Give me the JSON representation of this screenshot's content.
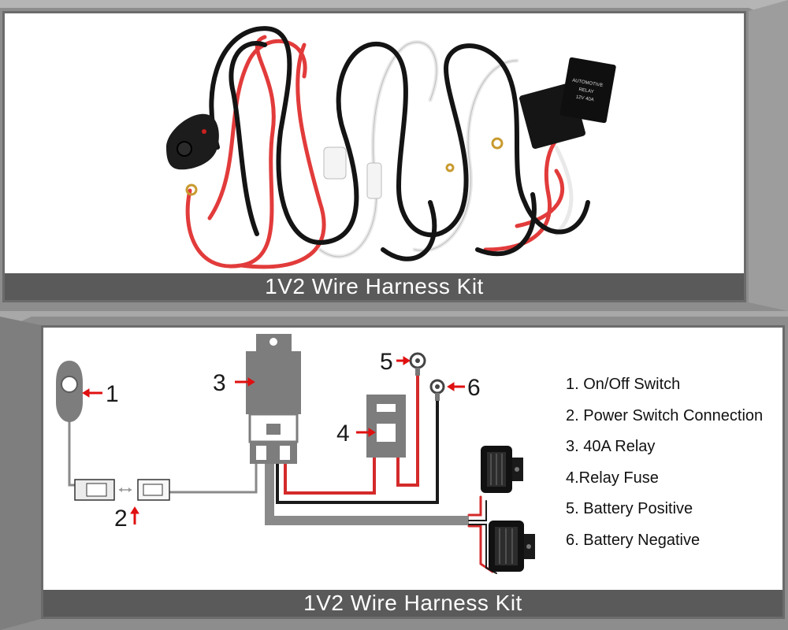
{
  "top_panel": {
    "caption": "1V2 Wire Harness Kit",
    "relay_label_lines": [
      "AUTOMOTIVE",
      "RELAY",
      "12V 40A"
    ]
  },
  "bottom_panel": {
    "caption": "1V2 Wire Harness Kit",
    "callouts": [
      "1",
      "2",
      "3",
      "4",
      "5",
      "6"
    ],
    "legend": [
      "1. On/Off Switch",
      "2. Power Switch Connection",
      "3. 40A Relay",
      "4.Relay Fuse",
      "5. Battery Positive",
      "6. Battery Negative"
    ]
  },
  "colors": {
    "wire_red": "#d42a2a",
    "wire_black": "#1a1a1a",
    "wire_gray": "#808080",
    "component_gray": "#7d7d7d",
    "callout_arrow": "#e01010",
    "caption_bar": "#5a5a5a"
  }
}
